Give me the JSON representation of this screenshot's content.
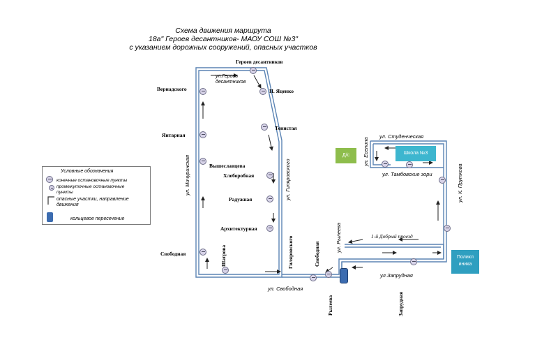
{
  "title": {
    "line1": "Схема движения маршрута",
    "line2": "18а\" Героев десантников- МАОУ СОШ №3\"",
    "line3": "с указанием дорожных сооружений, опасных участков"
  },
  "stops": {
    "geroev_desantnikov": "Героев десантников",
    "vernadskogo": "Вернадского",
    "p_yatsenko": "П. Яценко",
    "tenistaya": "Тенистая",
    "yantarnaya": "Янтарная",
    "vyshleslavtseva": "Вышеславцева",
    "hleborobnaya": "Хлеборобная",
    "raduzhnaya": "Радужная",
    "arkhitekturnaya": "Архитектурная",
    "svobodnaya_left": "Свободная",
    "shatrova": "Шатрова",
    "giljarovskogo": "Гиляровского",
    "svobodnaya_right": "Свободная",
    "ryleeva": "Рылеева",
    "zaprudnaya": "Запрудная"
  },
  "streets": {
    "geroev": "ул.Героев десантников",
    "michurinskaya": "ул. Мичуринская",
    "gilyarovskogo": "ул. Гиляровского",
    "svobodnaya": "ул. Свободная",
    "ryleeva": "ул. Рылеева",
    "zaprudnaya": "ул.Запрудная",
    "dobry": "1-й Добрый проезд",
    "esenina": "ул. Есенина",
    "studencheskaya": "ул. Студенческая",
    "tambovskie": "ул. Тамбовские зори",
    "prutkova": "ул. К. Пруткова"
  },
  "places": {
    "ds": "Д/с",
    "school": "Школа №3",
    "poliklinika": "Поликл иника"
  },
  "legend": {
    "title": "Условные обозначения",
    "terminal": "конечные остановочные пункты",
    "intermediate": "промежуточные остановочные пункты",
    "danger": "опасные участки, направление движения",
    "roundabout": "кольцевое пересечение"
  },
  "colors": {
    "route": "#5b84b4",
    "route_dark": "#355f96",
    "school": "#3db6cf",
    "kindergarten": "#8ebd4c",
    "poliklinika": "#2f9fc0",
    "roundabout": "#3c6cb0",
    "stop_fill": "#d7d3e8"
  }
}
